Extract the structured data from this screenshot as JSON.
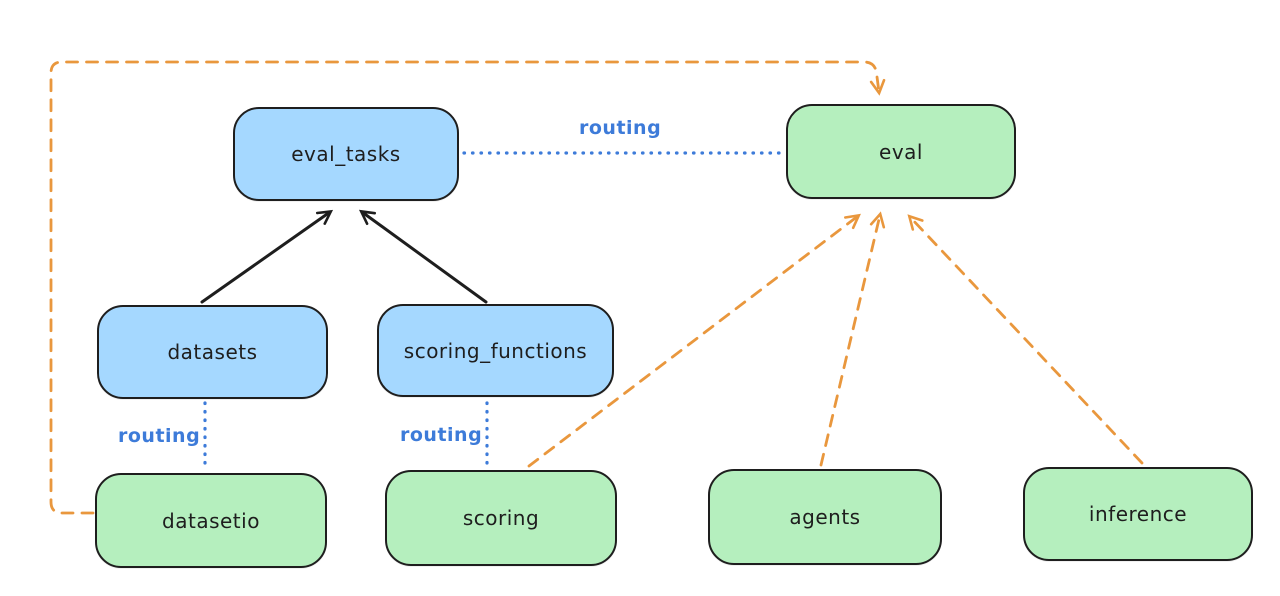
{
  "colors": {
    "background": "#ffffff",
    "api_fill": "#a5d8ff",
    "provider_fill": "#b5efbe",
    "stroke": "#1e1e1e",
    "text": "#1e1e1e",
    "routing_blue": "#3d7bd9",
    "orange": "#e9973d"
  },
  "nodes": {
    "eval_tasks": {
      "label": "eval_tasks",
      "kind": "blue"
    },
    "eval": {
      "label": "eval",
      "kind": "green"
    },
    "datasets": {
      "label": "datasets",
      "kind": "blue"
    },
    "scoring_functions": {
      "label": "scoring_functions",
      "kind": "blue"
    },
    "datasetio": {
      "label": "datasetio",
      "kind": "green"
    },
    "scoring": {
      "label": "scoring",
      "kind": "green"
    },
    "agents": {
      "label": "agents",
      "kind": "green"
    },
    "inference": {
      "label": "inference",
      "kind": "green"
    }
  },
  "edge_labels": {
    "eval_tasks_eval": "routing",
    "datasets_datasetio": "routing",
    "scoring_functions_scoring": "routing"
  },
  "edges": [
    {
      "from": "datasets",
      "to": "eval_tasks",
      "style": "solid",
      "color": "black",
      "arrow": true
    },
    {
      "from": "scoring_functions",
      "to": "eval_tasks",
      "style": "solid",
      "color": "black",
      "arrow": true
    },
    {
      "from": "eval_tasks",
      "to": "eval",
      "style": "dotted",
      "color": "blue",
      "arrow": false,
      "label": "routing"
    },
    {
      "from": "datasets",
      "to": "datasetio",
      "style": "dotted",
      "color": "blue",
      "arrow": false,
      "label": "routing"
    },
    {
      "from": "scoring_functions",
      "to": "scoring",
      "style": "dotted",
      "color": "blue",
      "arrow": false,
      "label": "routing"
    },
    {
      "from": "datasetio",
      "to": "eval",
      "style": "dashed",
      "color": "orange",
      "arrow": true,
      "route": "around-left-and-top"
    },
    {
      "from": "scoring",
      "to": "eval",
      "style": "dashed",
      "color": "orange",
      "arrow": true
    },
    {
      "from": "agents",
      "to": "eval",
      "style": "dashed",
      "color": "orange",
      "arrow": true
    },
    {
      "from": "inference",
      "to": "eval",
      "style": "dashed",
      "color": "orange",
      "arrow": true
    }
  ]
}
